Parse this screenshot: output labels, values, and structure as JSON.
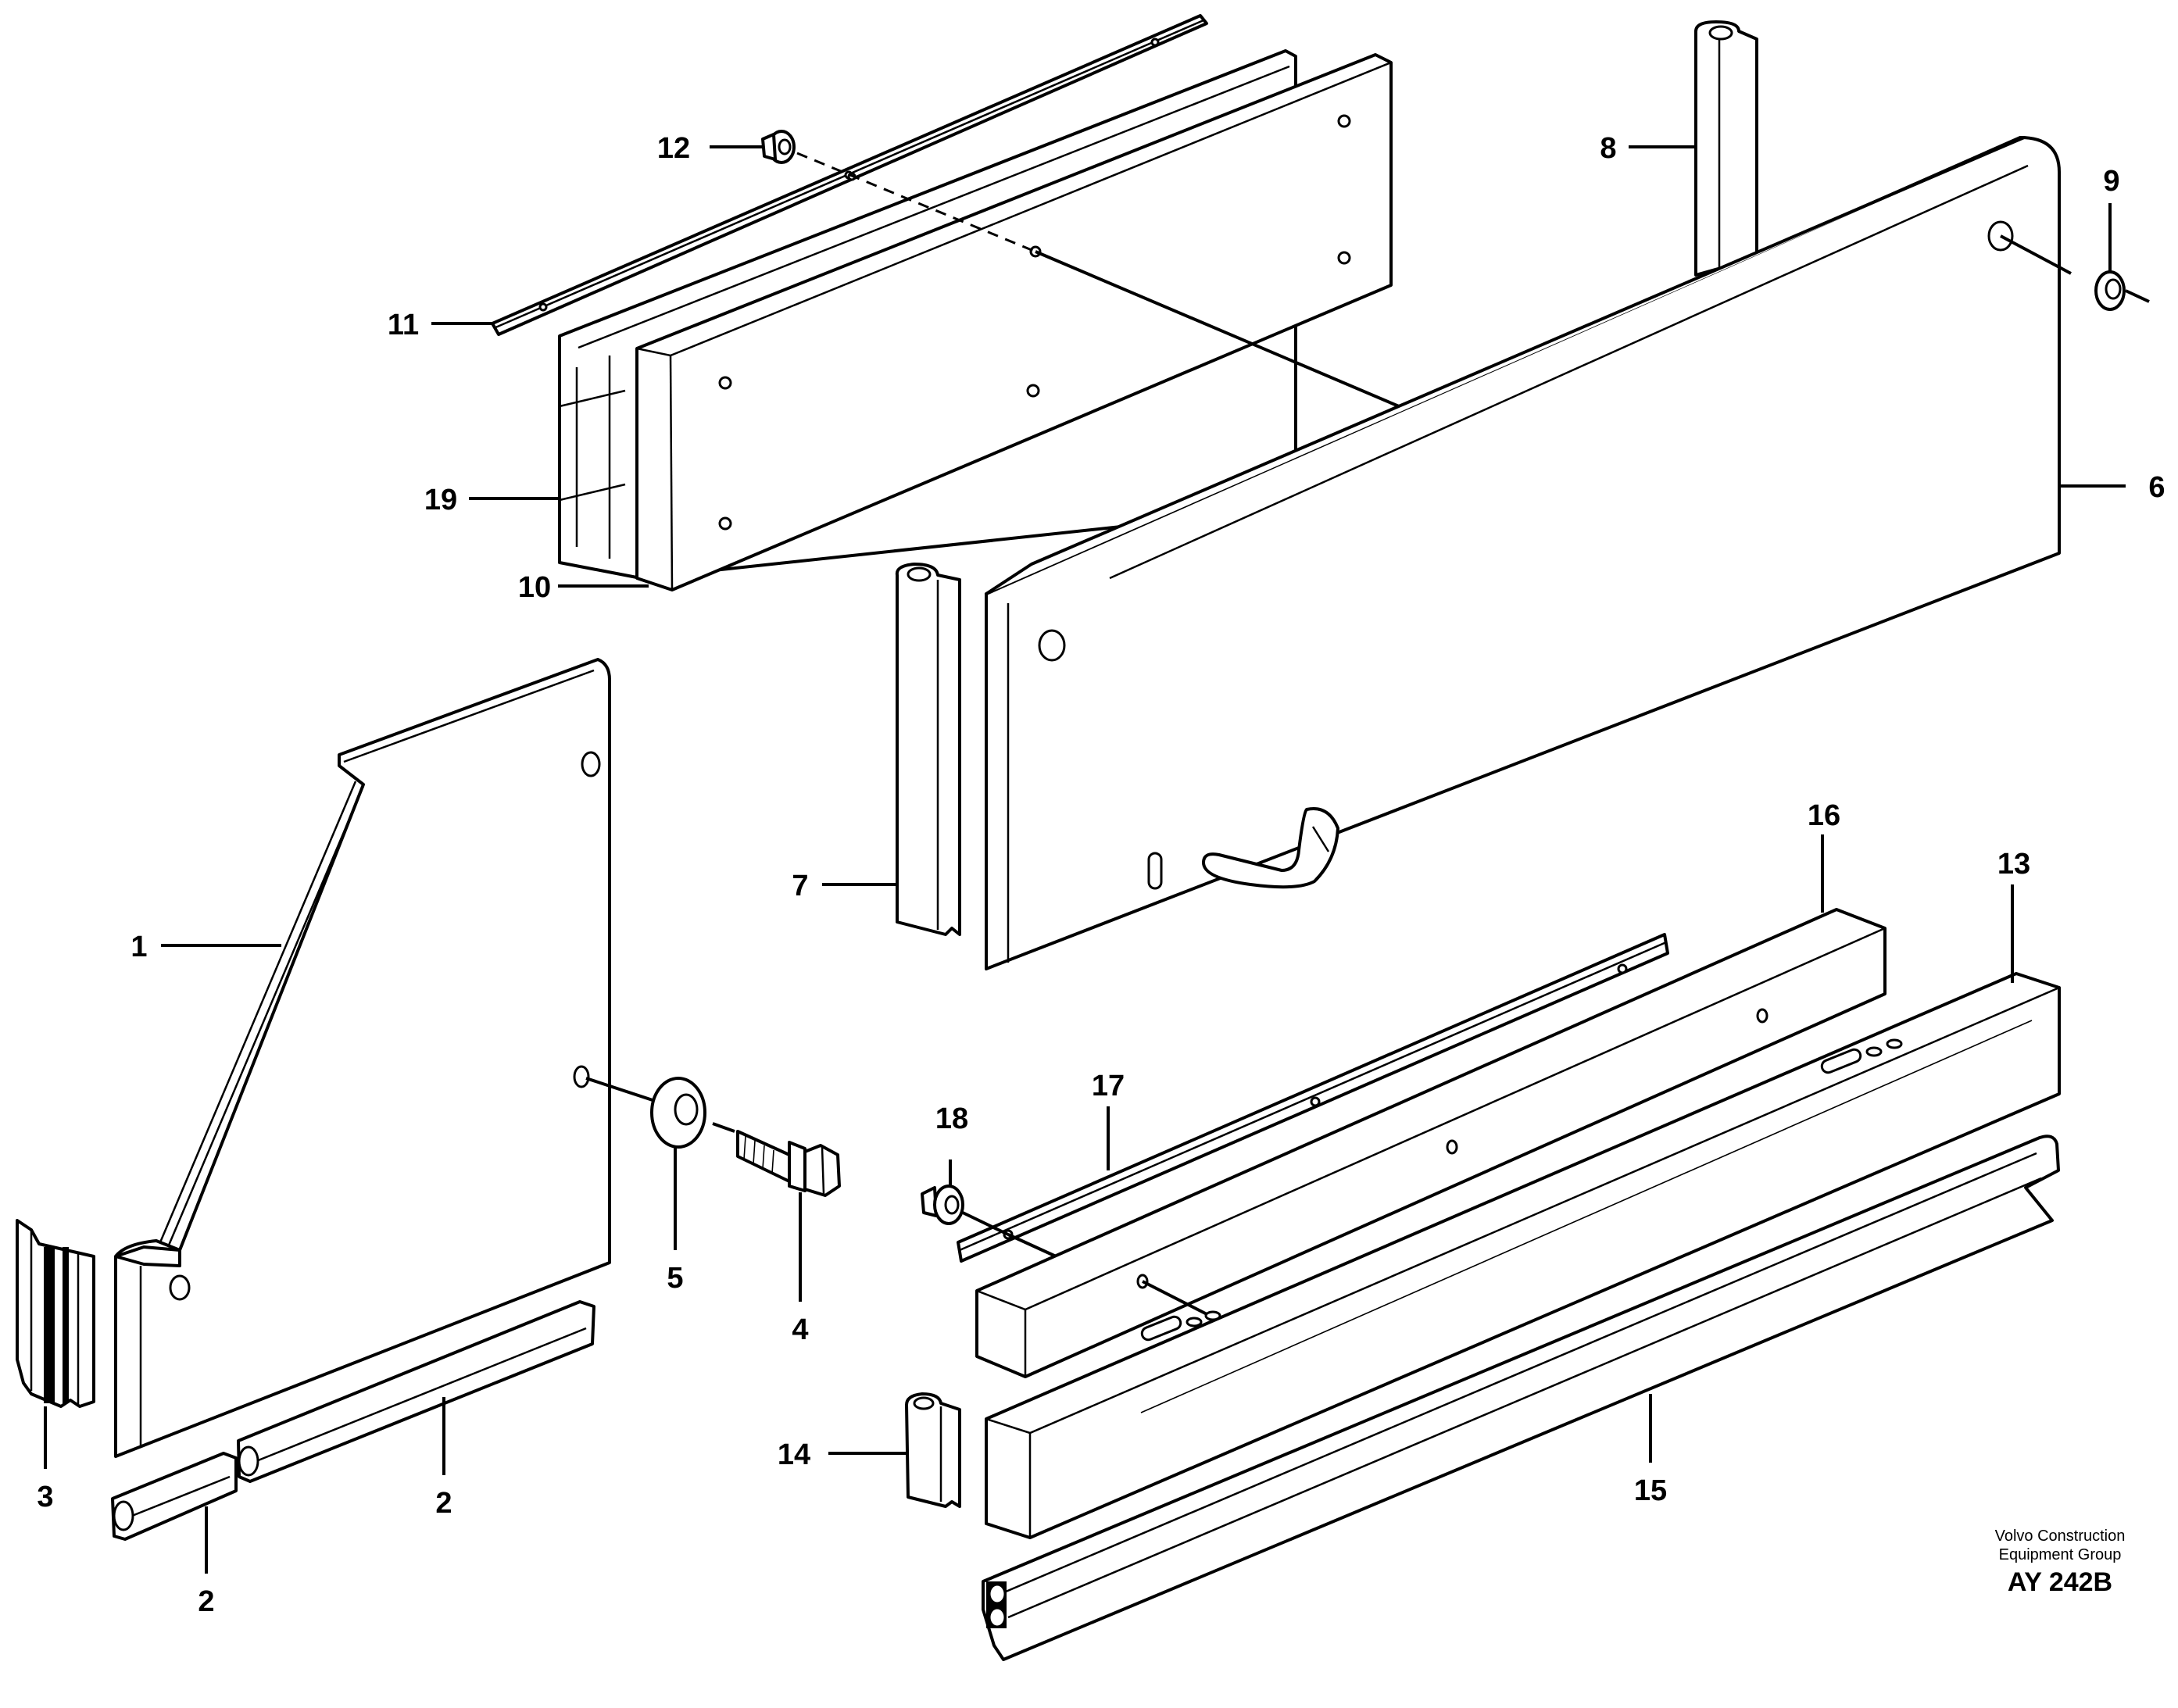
{
  "callouts": {
    "c1": "1",
    "c2a": "2",
    "c2b": "2",
    "c3": "3",
    "c4": "4",
    "c5": "5",
    "c6": "6",
    "c7": "7",
    "c8": "8",
    "c9": "9",
    "c10": "10",
    "c11": "11",
    "c12": "12",
    "c13": "13",
    "c14": "14",
    "c15": "15",
    "c16": "16",
    "c17": "17",
    "c18": "18",
    "c19": "19"
  },
  "credit": {
    "line1": "Volvo Construction",
    "line2": "Equipment Group",
    "code": "AY 242B"
  }
}
